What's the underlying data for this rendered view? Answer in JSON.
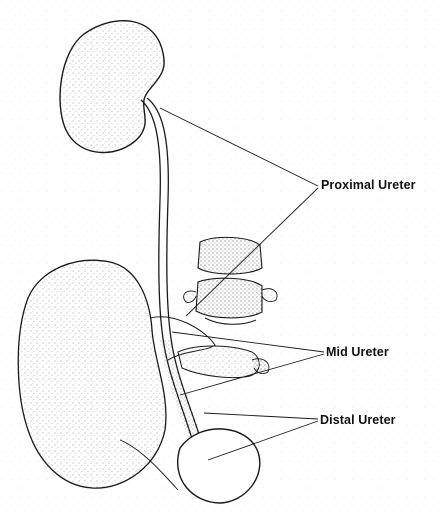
{
  "figure": {
    "labels": {
      "proximal": "Proximal Ureter",
      "mid": "Mid Ureter",
      "distal": "Distal Ureter"
    }
  },
  "colors": {
    "line_ink": "#1a1a1a",
    "shading": "#9a9a9a",
    "background": "#ffffff"
  }
}
